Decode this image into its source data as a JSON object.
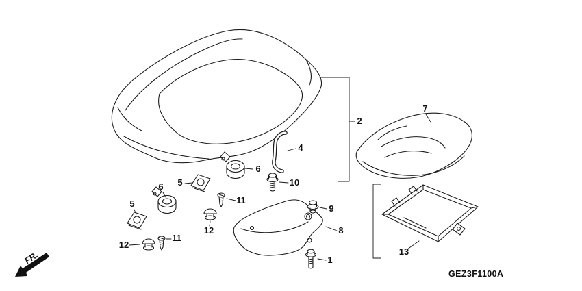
{
  "diagram": {
    "code": "GEZ3F1100A",
    "front_label": "FR.",
    "colors": {
      "background": "#ffffff",
      "line": "#1a1a1a"
    }
  },
  "callouts": {
    "c1": {
      "part": "1"
    },
    "c2": {
      "part": "2"
    },
    "c4": {
      "part": "4"
    },
    "c5_right": {
      "part": "5"
    },
    "c5_left": {
      "part": "5"
    },
    "c6_right": {
      "part": "6"
    },
    "c6_left": {
      "part": "6"
    },
    "c7": {
      "part": "7"
    },
    "c8": {
      "part": "8"
    },
    "c9": {
      "part": "9"
    },
    "c10": {
      "part": "10"
    },
    "c11_upper": {
      "part": "11"
    },
    "c11_lower": {
      "part": "11"
    },
    "c12_upper": {
      "part": "12"
    },
    "c12_lower": {
      "part": "12"
    },
    "c13": {
      "part": "13"
    }
  }
}
